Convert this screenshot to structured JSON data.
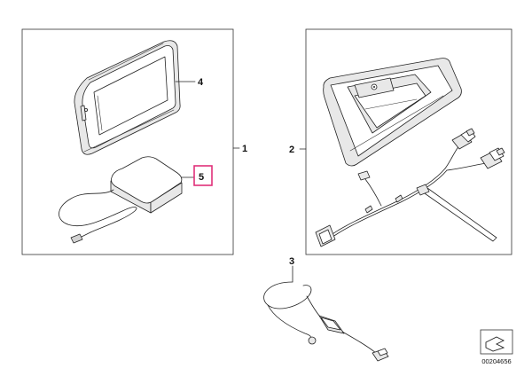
{
  "callouts": {
    "item_1": "1",
    "item_2": "2",
    "item_3": "3",
    "item_4": "4",
    "item_5": "5"
  },
  "highlight_color": "#e0307a",
  "diagram_id": "00204656"
}
